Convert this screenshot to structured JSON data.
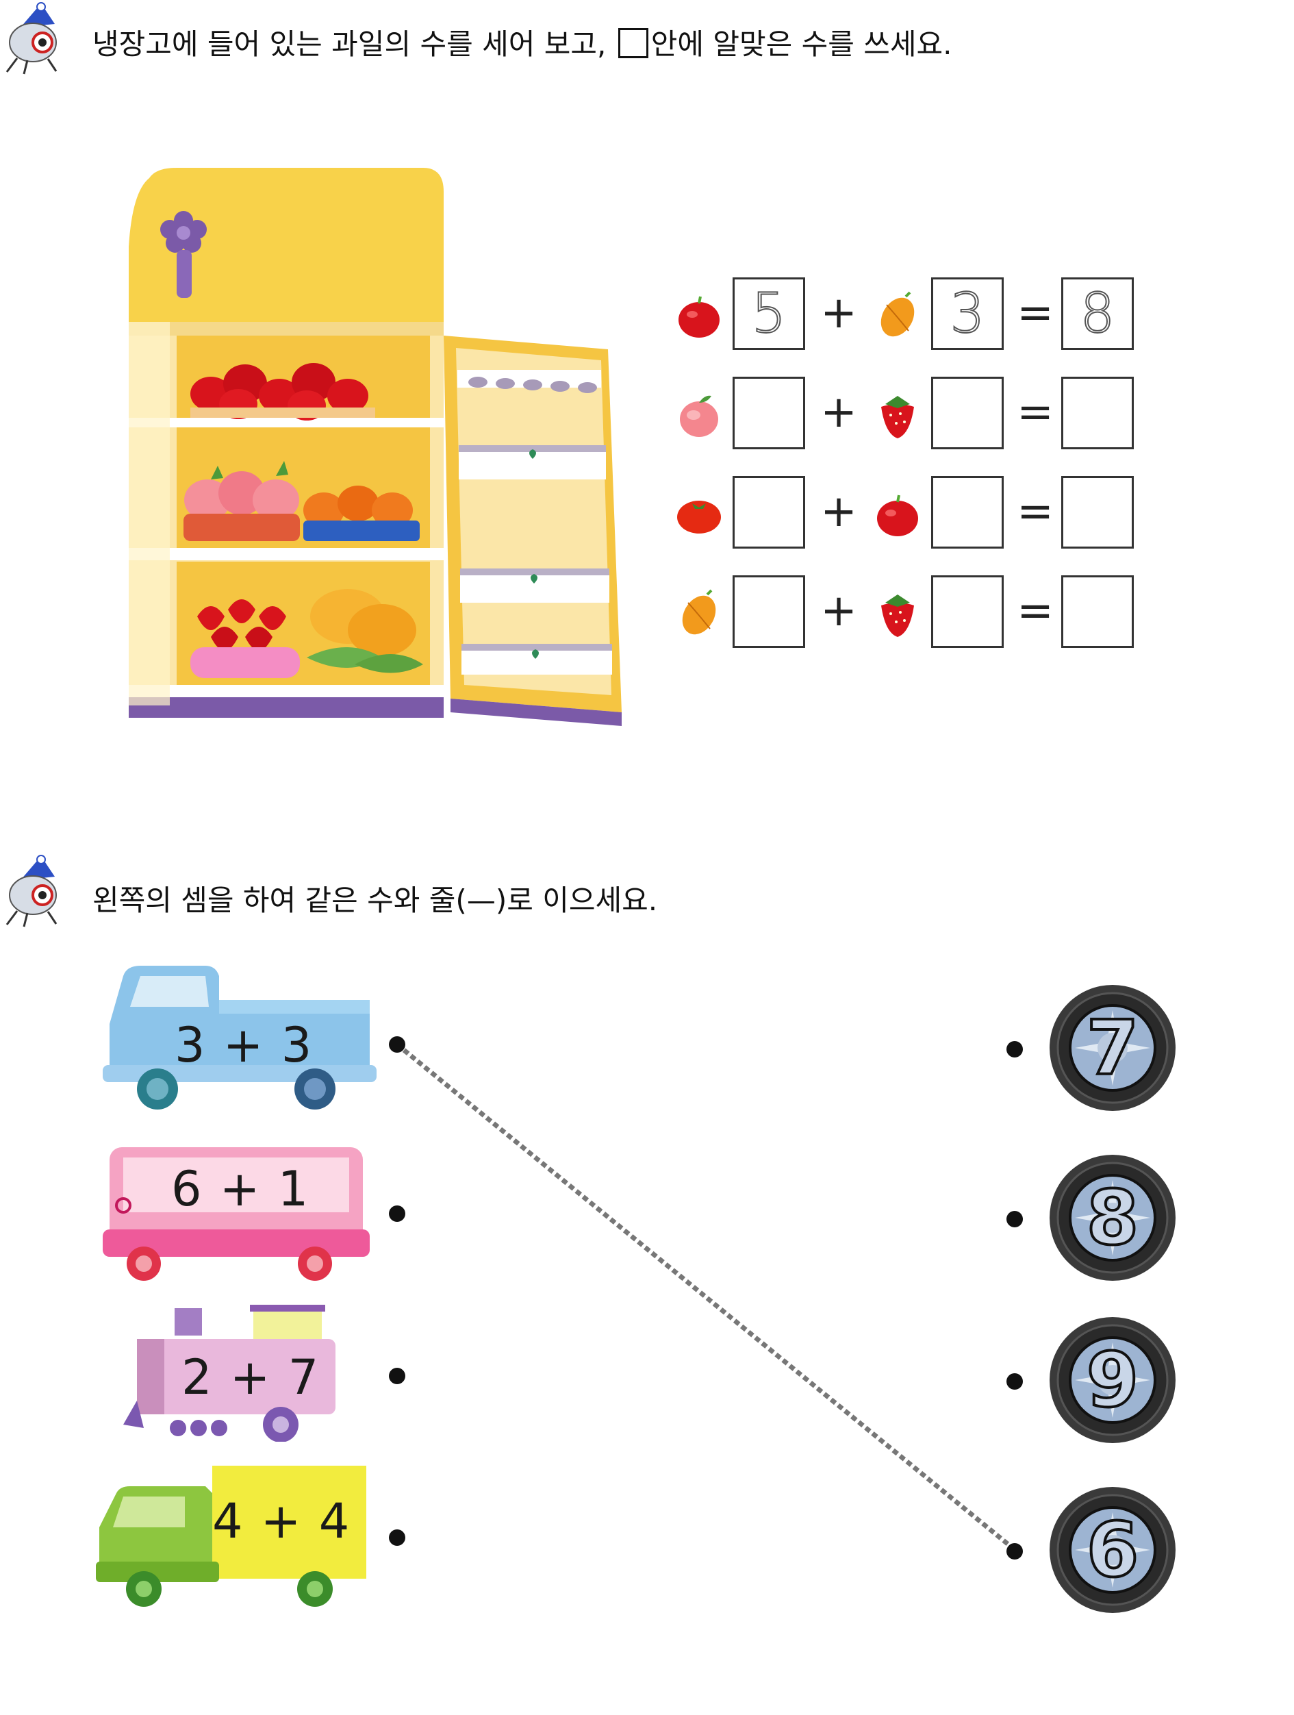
{
  "section1": {
    "instruction_part1": "냉장고에 들어 있는 과일의 수를 세어 보고, ",
    "instruction_part2": "안에 알맞은 수를 쓰세요."
  },
  "equations": [
    {
      "fruit1": "apple",
      "a": "5",
      "fruit2": "mango",
      "b": "3",
      "result": "8",
      "plus": "+",
      "equals": "="
    },
    {
      "fruit1": "peach",
      "a": "",
      "fruit2": "strawberry",
      "b": "",
      "result": "",
      "plus": "+",
      "equals": "="
    },
    {
      "fruit1": "tomato",
      "a": "",
      "fruit2": "apple",
      "b": "",
      "result": "",
      "plus": "+",
      "equals": "="
    },
    {
      "fruit1": "mango",
      "a": "",
      "fruit2": "strawberry",
      "b": "",
      "result": "",
      "plus": "+",
      "equals": "="
    }
  ],
  "section2": {
    "instruction": "왼쪽의 셈을 하여 같은 수와 줄(—)로 이으세요."
  },
  "vehicles": [
    {
      "kind": "pickup-truck",
      "expression": "3 + 3",
      "color": "#8cc4ea"
    },
    {
      "kind": "bus",
      "expression": "6 + 1",
      "color": "#f5a3c3"
    },
    {
      "kind": "train",
      "expression": "2 + 7",
      "color": "#e9b8dc"
    },
    {
      "kind": "box-truck",
      "expression": "4 + 4",
      "color": "#f2ec3e"
    }
  ],
  "wheels": [
    {
      "number": "7"
    },
    {
      "number": "8"
    },
    {
      "number": "9"
    },
    {
      "number": "6"
    }
  ],
  "colors": {
    "fridge_yellow": "#f8d24a",
    "fridge_purple": "#7b5aa8",
    "apple_red": "#d8141c",
    "tire": "#3a3a3a",
    "hub": "#9db4d2"
  }
}
